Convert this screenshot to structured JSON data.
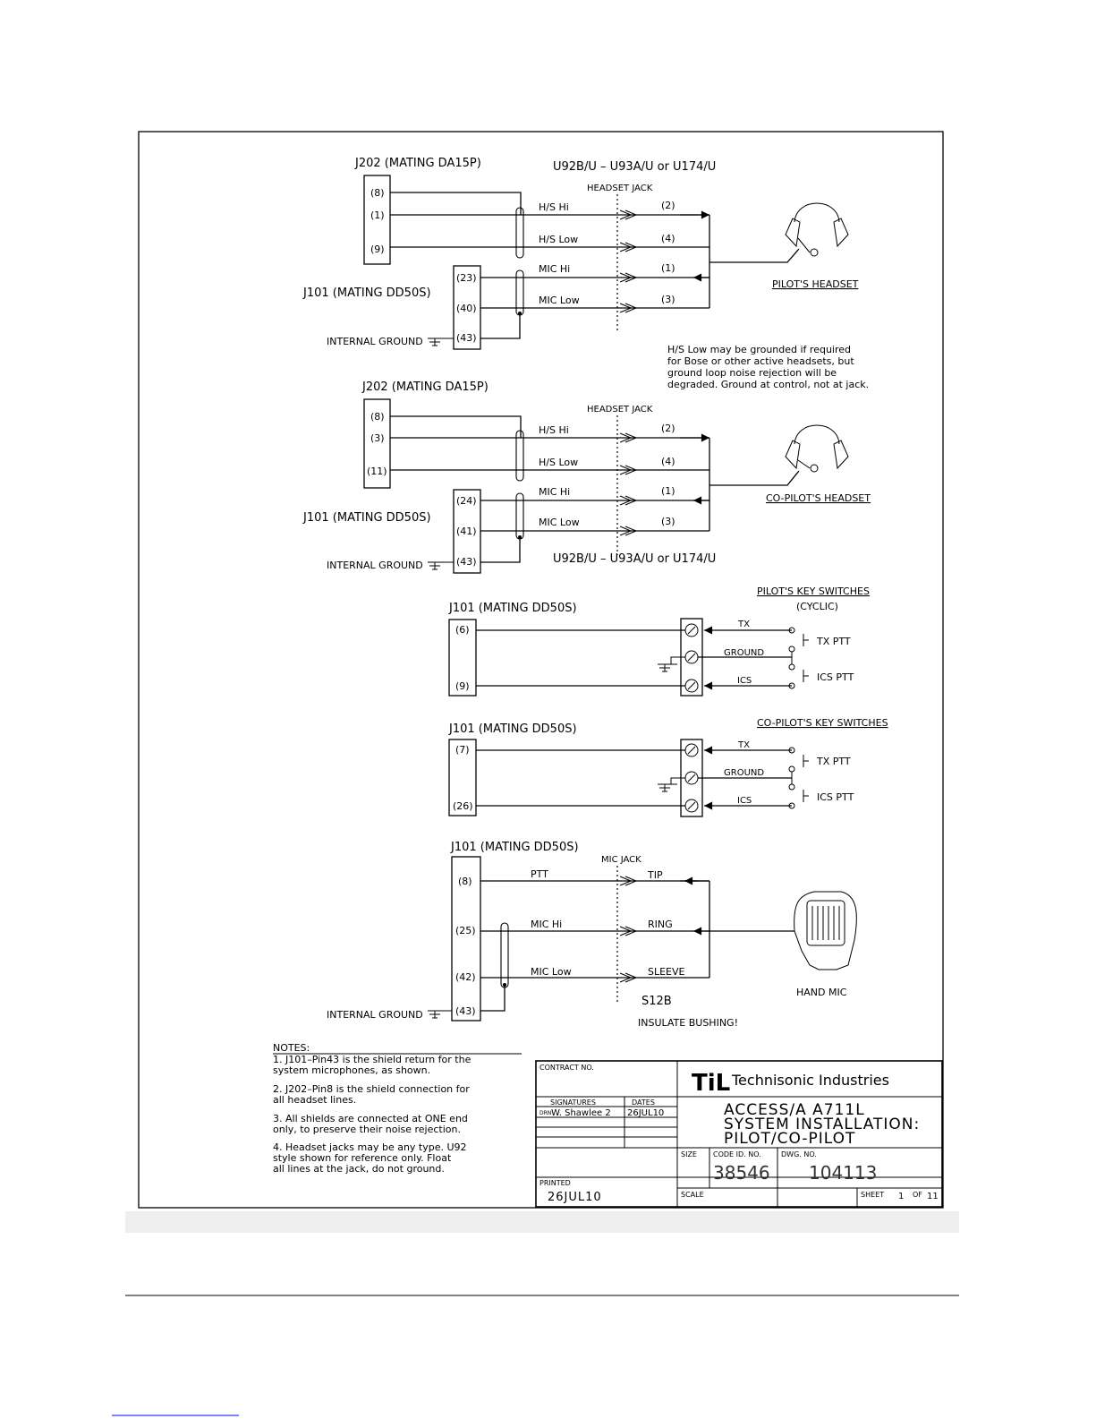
{
  "section1": {
    "j202_label": "J202 (MATING DA15P)",
    "cable_label": "U92B/U  –  U93A/U or U174/U",
    "jack_label": "HEADSET JACK",
    "j202_pins": [
      "(8)",
      "(1)",
      "(9)"
    ],
    "j101_label": "J101 (MATING DD50S)",
    "j101_pins": [
      "(23)",
      "(40)",
      "(43)"
    ],
    "ground_label": "INTERNAL GROUND",
    "wires": [
      "H/S Hi",
      "H/S Low",
      "MIC Hi",
      "MIC  Low"
    ],
    "jack_pins": [
      "(2)",
      "(4)",
      "(1)",
      "(3)"
    ],
    "device_label": "PILOT'S HEADSET",
    "note_lines": [
      "H/S Low may be grounded if required",
      "for Bose or other active headsets, but",
      "ground loop noise rejection will be",
      "degraded.  Ground at control, not at jack."
    ]
  },
  "section2": {
    "j202_label": "J202 (MATING DA15P)",
    "jack_label": "HEADSET JACK",
    "j202_pins": [
      "(8)",
      "(3)",
      "(11)"
    ],
    "j101_label": "J101 (MATING DD50S)",
    "j101_pins": [
      "(24)",
      "(41)",
      "(43)"
    ],
    "ground_label": "INTERNAL GROUND",
    "wires": [
      "H/S Hi",
      "H/S Low",
      "MIC Hi",
      "MIC   Low"
    ],
    "jack_pins": [
      "(2)",
      "(4)",
      "(1)",
      "(3)"
    ],
    "device_label": "CO-PILOT'S HEADSET",
    "cable_label": "U92B/U  –  U93A/U or U174/U"
  },
  "section3": {
    "title": "PILOT'S KEY SWITCHES",
    "subtitle": "(CYCLIC)",
    "j101_label": "J101 (MATING DD50S)",
    "pins": [
      "(6)",
      "(9)"
    ],
    "wires": [
      "TX",
      "GROUND",
      "ICS"
    ],
    "switches": [
      "TX PTT",
      "ICS PTT"
    ]
  },
  "section4": {
    "title": "CO-PILOT'S KEY SWITCHES",
    "j101_label": "J101 (MATING DD50S)",
    "pins": [
      "(7)",
      "(26)"
    ],
    "wires": [
      "TX",
      "GROUND",
      "ICS"
    ],
    "switches": [
      "TX PTT",
      "ICS PTT"
    ]
  },
  "section5": {
    "j101_label": "J101 (MATING DD50S)",
    "jack_label": "MIC JACK",
    "pins": [
      "(8)",
      "(25)",
      "(42)",
      "(43)"
    ],
    "wires": [
      "PTT",
      "MIC Hi",
      "MIC Low"
    ],
    "jack_pins": [
      "TIP",
      "RING",
      "SLEEVE"
    ],
    "jack_type": "S12B",
    "bushing_note": "INSULATE BUSHING!",
    "ground_label": "INTERNAL GROUND",
    "device_label": "HAND MIC"
  },
  "notes": {
    "heading": "NOTES:",
    "lines": [
      "1. J101–Pin43 is the shield return for the",
      "system microphones, as shown.",
      "2. J202–Pin8 is the shield connection for",
      "all headset lines.",
      "3. All shields are connected at ONE end",
      "only, to preserve their noise rejection.",
      "4. Headset jacks may be any type.  U92",
      "style shown for reference only.  Float",
      "all lines at the jack, do not ground."
    ]
  },
  "title_block": {
    "contract_label": "CONTRACT NO.",
    "signatures_label": "SIGNATURES",
    "dates_label": "DATES",
    "drawn_by": "W. Shawlee 2",
    "drawn_prefix": "DRN",
    "drawn_date": "26JUL10",
    "company": "Technisonic Industries",
    "logo_text": "TiL",
    "title_lines": [
      "ACCESS/A  A711L",
      "SYSTEM INSTALLATION:",
      "PILOT/CO-PILOT"
    ],
    "printed_label": "PRINTED",
    "printed_date": "26JUL10",
    "size_label": "SIZE",
    "code_label": "CODE ID. NO.",
    "code_value": "38546",
    "dwg_label": "DWG. NO.",
    "dwg_value": "104113",
    "scale_label": "SCALE",
    "sheet_label": "SHEET",
    "sheet_value": "1",
    "of_label": "OF",
    "of_value": "11"
  }
}
